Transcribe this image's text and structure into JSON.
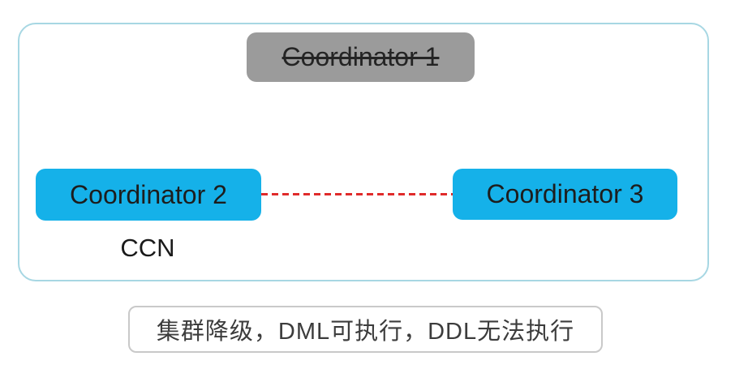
{
  "diagram": {
    "title": "coordinator-cluster-degraded-state",
    "nodes": {
      "coordinator1": {
        "label": "Coordinator 1",
        "status": "failed"
      },
      "coordinator2": {
        "label": "Coordinator 2",
        "status": "active"
      },
      "coordinator3": {
        "label": "Coordinator 3",
        "status": "active"
      }
    },
    "link": {
      "from": "coordinator2",
      "to": "coordinator3",
      "style": "red-dashed",
      "meaning": "broken-connection"
    },
    "ccn_label": "CCN",
    "caption": "集群降级，DML可执行，DDL无法执行",
    "colors": {
      "node_active": "#15b1e9",
      "node_failed": "#9b9b9b",
      "link_broken": "#e02b2b",
      "boundary_border": "#a7d7e3",
      "caption_border": "#c9c9c9"
    }
  }
}
